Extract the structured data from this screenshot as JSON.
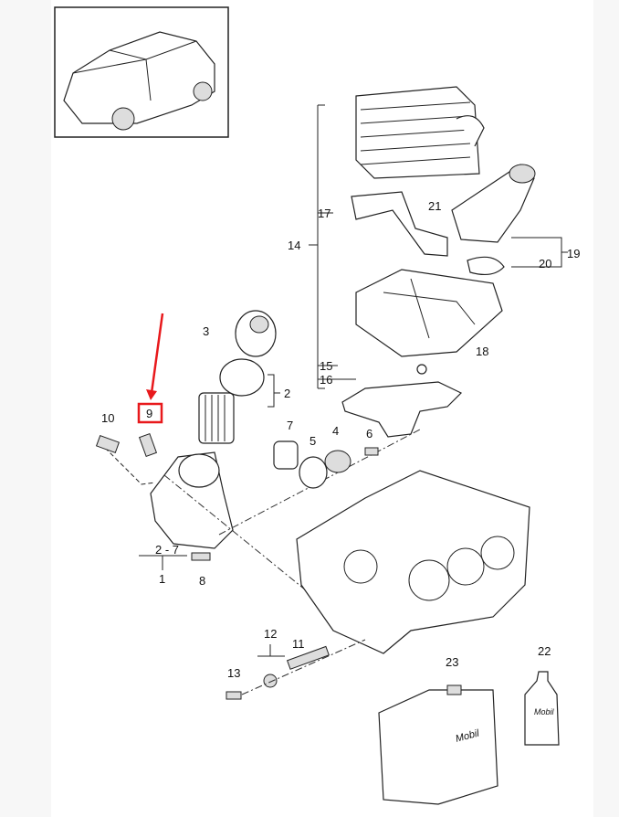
{
  "diagram": {
    "labels": {
      "p1": "1",
      "p2_7": "2 - 7",
      "p2": "2",
      "p3": "3",
      "p4": "4",
      "p5": "5",
      "p6": "6",
      "p7": "7",
      "p8": "8",
      "p9": "9",
      "p10": "10",
      "p11": "11",
      "p12": "12",
      "p13": "13",
      "p14": "14",
      "p15": "15",
      "p16": "16",
      "p17": "17",
      "p18": "18",
      "p19": "19",
      "p20": "20",
      "p21": "21",
      "p22": "22",
      "p23": "23"
    },
    "brand": {
      "canister": "Mobil",
      "bottle": "Mobil"
    },
    "highlight_color": "#e8191c"
  }
}
